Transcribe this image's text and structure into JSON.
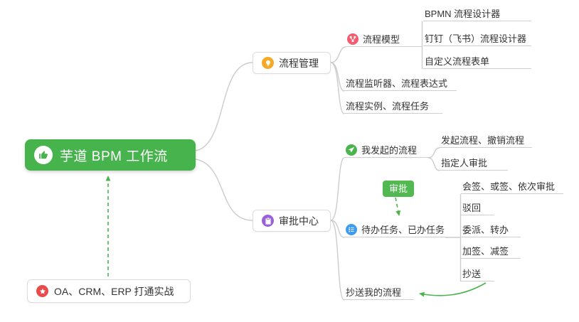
{
  "root": {
    "label": "芋道 BPM 工作流"
  },
  "branches": {
    "process": {
      "label": "流程管理",
      "model": {
        "label": "流程模型",
        "children": [
          "BPMN 流程设计器",
          "钉钉（飞书）流程设计器",
          "自定义流程表单"
        ]
      },
      "listener": {
        "label": "流程监听器、流程表达式"
      },
      "instance": {
        "label": "流程实例、流程任务"
      }
    },
    "approval": {
      "label": "审批中心",
      "initiated": {
        "label": "我发起的流程",
        "children": [
          "发起流程、撤销流程",
          "指定人审批"
        ]
      },
      "tasks": {
        "label": "待办任务、已办任务",
        "children": [
          "会签、或签、依次审批",
          "驳回",
          "委派、转办",
          "加签、减签",
          "抄送"
        ]
      },
      "cc": {
        "label": "抄送我的流程"
      }
    }
  },
  "edge_label": {
    "label": "审批"
  },
  "note": {
    "label": "OA、CRM、ERP 打通实战"
  },
  "icons": {
    "root": "thumbs-up-icon",
    "process": "lightbulb-icon",
    "model": "flow-model-icon",
    "approval": "clipboard-icon",
    "initiated": "send-icon",
    "tasks": "checklist-icon",
    "note": "star-icon"
  },
  "colors": {
    "canvas_bg": "#ffffff",
    "text": "#333333",
    "root_bg": "#47b34d",
    "line": "#cccccc",
    "underline": "#cfcfcf",
    "arrow_green": "#4cb44c",
    "edge_label_bg": "#52b852",
    "icon_orange": "#f7a824",
    "icon_red": "#f25e6d",
    "icon_green": "#4cb44c",
    "icon_blue": "#3d9bf0",
    "icon_purple": "#9b61d9",
    "icon_star_red": "#e94b4b"
  }
}
